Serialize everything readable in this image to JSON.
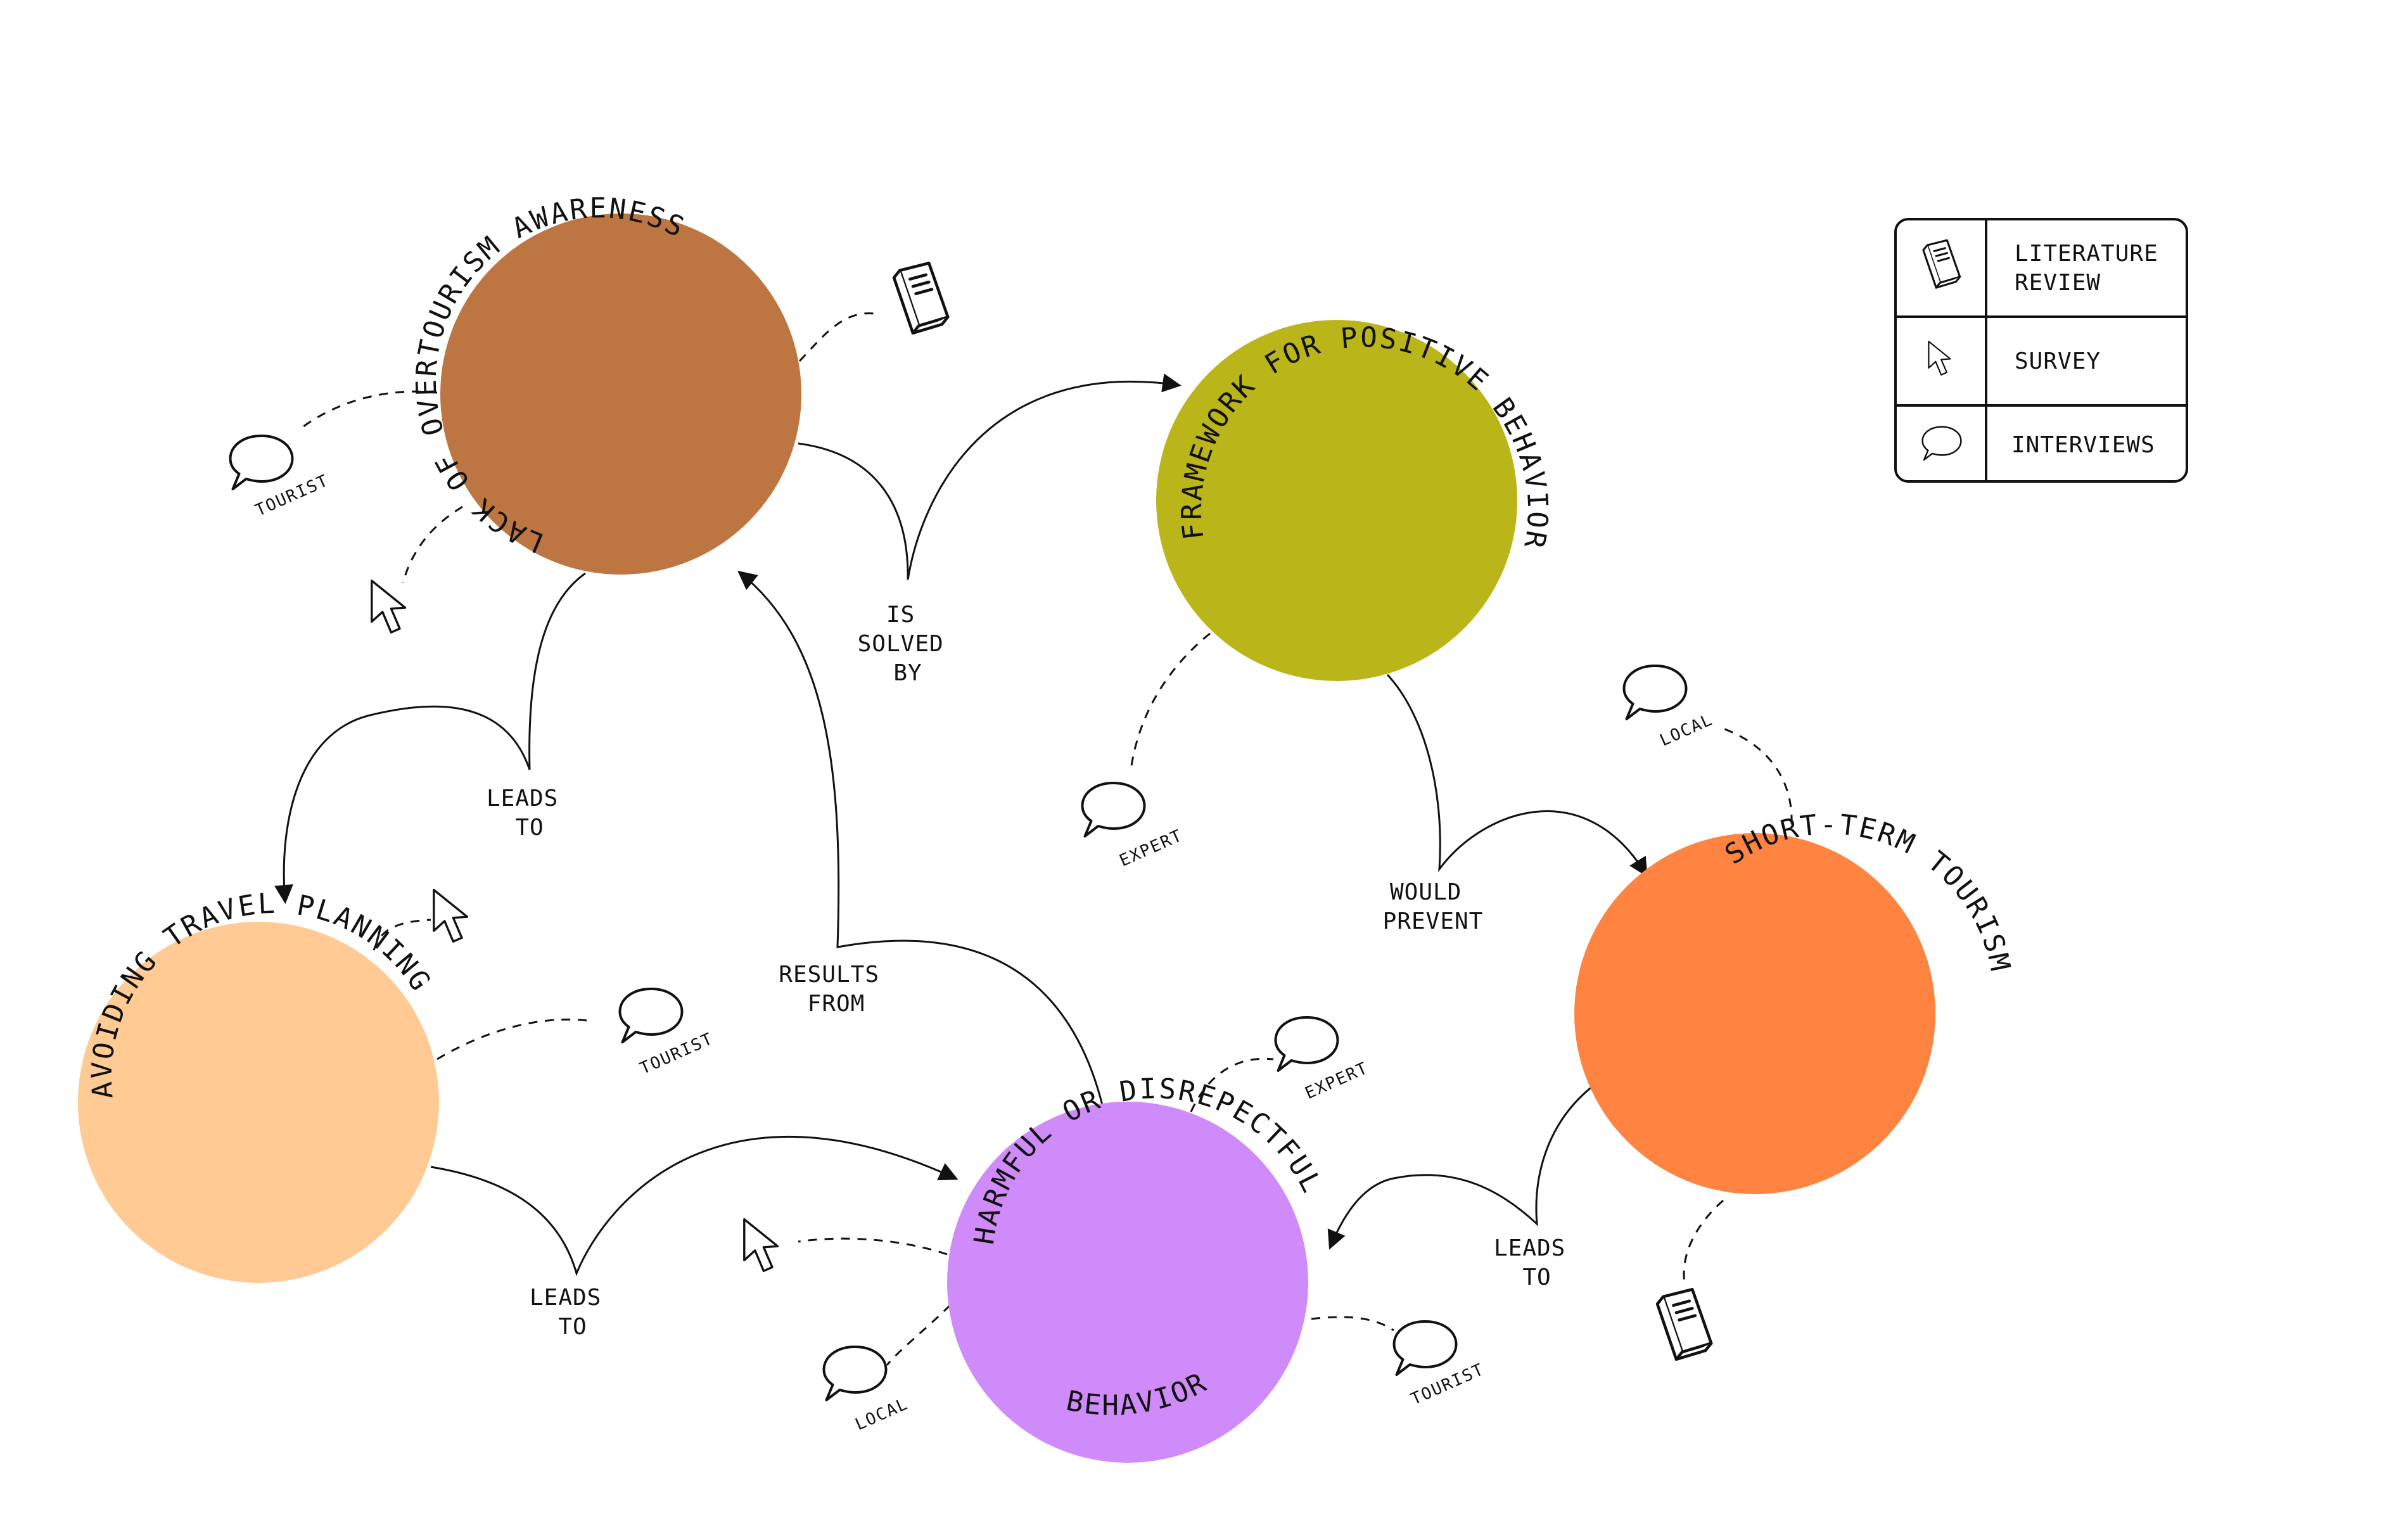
{
  "colors": {
    "lack_awareness": "#BD7641",
    "framework": "#BAB519",
    "avoiding": "#FFCA93",
    "harmful": "#D08BFA",
    "short_term": "#FF8441"
  },
  "nodes": {
    "lack_awareness": "LACK OF OVERTOURISM AWARENESS",
    "framework": "FRAMEWORK FOR POSITIVE BEHAVIOR",
    "avoiding": "AVOIDING TRAVEL PLANNING",
    "harmful_top": "HARMFUL OR DISREPECTFUL",
    "harmful_bottom": "BEHAVIOR",
    "short_term": "SHORT-TERM TOURISM"
  },
  "edges": {
    "solved_by": [
      "IS",
      "SOLVED",
      "BY"
    ],
    "leads_to_1": [
      "LEADS",
      "TO"
    ],
    "results_from": [
      "RESULTS",
      "FROM"
    ],
    "would_prevent": [
      "WOULD",
      "PREVENT"
    ],
    "leads_to_2": [
      "LEADS",
      "TO"
    ],
    "leads_to_3": [
      "LEADS",
      "TO"
    ]
  },
  "sources": {
    "tourist_1": "TOURIST",
    "tourist_2": "TOURIST",
    "tourist_3": "TOURIST",
    "expert_1": "EXPERT",
    "expert_2": "EXPERT",
    "local_1": "LOCAL",
    "local_2": "LOCAL"
  },
  "legend": {
    "literature_line1": "LITERATURE",
    "literature_line2": "REVIEW",
    "survey": "SURVEY",
    "interviews": "INTERVIEWS"
  },
  "icons": {
    "literature": "book-icon",
    "survey": "cursor-icon",
    "interviews": "speech-bubble-icon"
  }
}
